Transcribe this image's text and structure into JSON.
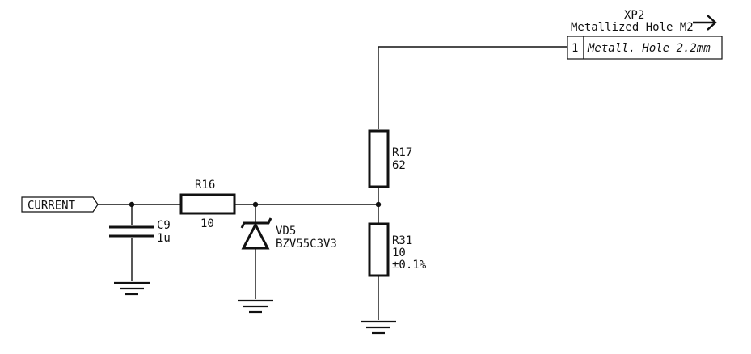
{
  "port": {
    "name": "CURRENT"
  },
  "capacitor": {
    "ref": "C9",
    "value": "1u"
  },
  "r16": {
    "ref": "R16",
    "value": "10"
  },
  "vd5": {
    "ref": "VD5",
    "value": "BZV55C3V3"
  },
  "r17": {
    "ref": "R17",
    "value": "62"
  },
  "r31": {
    "ref": "R31",
    "value": "10",
    "tolerance": "±0.1%"
  },
  "xp2": {
    "ref": "XP2",
    "value": "Metallized Hole M2",
    "pin_number": "1",
    "pin_name": "Metall. Hole 2.2mm"
  }
}
